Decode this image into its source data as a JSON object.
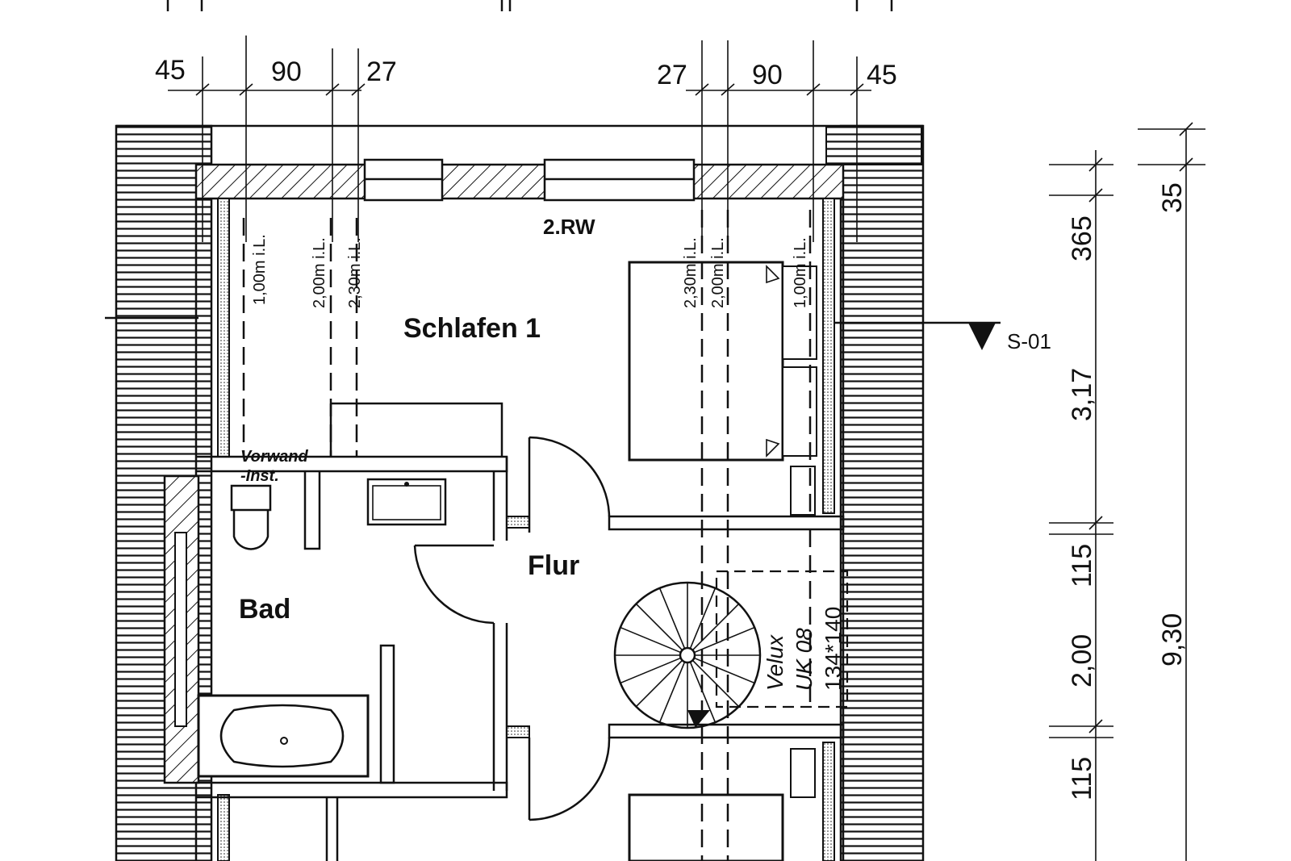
{
  "rooms": {
    "bedroom": "Schlafen 1",
    "bath": "Bad",
    "hall": "Flur"
  },
  "top_dims": [
    "45",
    "90",
    "27",
    "27",
    "90",
    "45"
  ],
  "right_dims": {
    "inner": [
      "365",
      "3,17",
      "115",
      "2,00",
      "115"
    ],
    "outer": [
      "35",
      "9,30"
    ]
  },
  "ceiling_heights": {
    "left": [
      "1,00m i.L.",
      "2,00m i.L.",
      "2,30m i.L."
    ],
    "right": [
      "2,30m i.L.",
      "2,00m i.L.",
      "1,00m i.L."
    ]
  },
  "labels": {
    "wall_type": "2.RW",
    "section_marker": "S-01",
    "pre_wall_1": "Vorwand",
    "pre_wall_2": "-Inst.",
    "window_brand": "Velux",
    "window_model": "UK 08",
    "window_size": "134*140"
  },
  "colors": {
    "ink": "#111111",
    "paper": "#ffffff"
  }
}
